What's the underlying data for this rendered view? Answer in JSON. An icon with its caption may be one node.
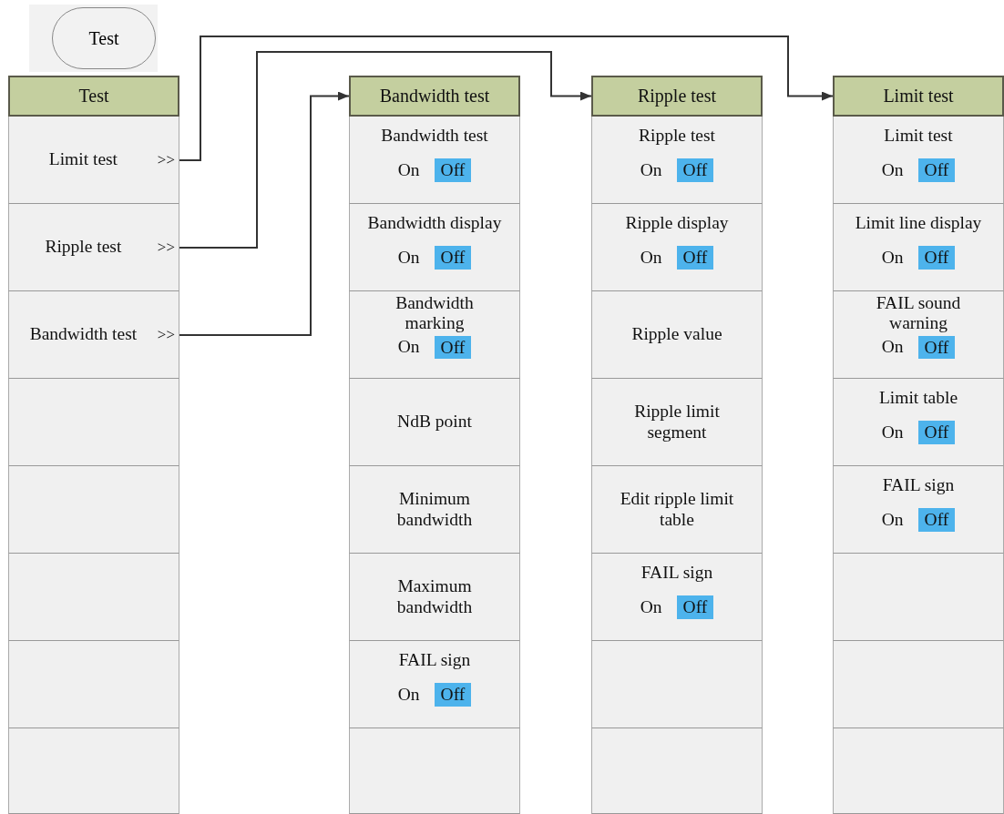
{
  "diagram": {
    "nodes": [
      {
        "text": [
          "Test"
        ]
      },
      {
        "text": [
          "Test"
        ]
      },
      {
        "text": [
          "Limit test",
          ">>"
        ]
      },
      {
        "text": [
          "Ripple test",
          ">>"
        ]
      },
      {
        "text": [
          "Bandwidth test",
          ">>"
        ]
      },
      {
        "text": [],
        "shape": "box"
      },
      {
        "text": [],
        "shape": "box"
      },
      {
        "text": [],
        "shape": "box"
      },
      {
        "text": [],
        "shape": "box"
      },
      {
        "text": [],
        "shape": "box"
      },
      {
        "text": [
          "Bandwidth test"
        ]
      },
      {
        "text": [
          "Bandwidth test",
          "On",
          "Off"
        ]
      },
      {
        "text": [
          "Bandwidth display",
          "On",
          "Off"
        ]
      },
      {
        "text": [
          "Bandwidth marking",
          "On",
          "Off"
        ]
      },
      {
        "text": [
          "NdB point"
        ]
      },
      {
        "text": [
          "Minimum bandwidth"
        ]
      },
      {
        "text": [
          "Maximum bandwidth"
        ]
      },
      {
        "text": [
          "FAIL sign",
          "On",
          "Off"
        ]
      },
      {
        "text": [],
        "shape": "box"
      },
      {
        "text": [
          "Ripple test"
        ]
      },
      {
        "text": [
          "Ripple test",
          "On",
          "Off"
        ]
      },
      {
        "text": [
          "Ripple display",
          "On",
          "Off"
        ]
      },
      {
        "text": [
          "Ripple value"
        ]
      },
      {
        "text": [
          "Ripple limit segment"
        ]
      },
      {
        "text": [
          "Edit ripple limit table"
        ]
      },
      {
        "text": [
          "FAIL sign",
          "On",
          "Off"
        ]
      },
      {
        "text": [],
        "shape": "box"
      },
      {
        "text": [],
        "shape": "box"
      },
      {
        "text": [
          "Limit test"
        ]
      },
      {
        "text": [
          "Limit test",
          "On",
          "Off"
        ]
      },
      {
        "text": [
          "Limit line display",
          "On",
          "Off"
        ]
      },
      {
        "text": [
          "FAIL sound warning",
          "On",
          "Off"
        ]
      },
      {
        "text": [
          "Limit table",
          "On",
          "Off"
        ]
      },
      {
        "text": [
          "FAIL sign",
          "On",
          "Off"
        ]
      },
      {
        "text": [],
        "shape": "box"
      },
      {
        "text": [],
        "shape": "box"
      },
      {
        "text": [],
        "shape": "box"
      }
    ],
    "edges": [
      {
        "from": 2,
        "to": 28,
        "arrow": "to"
      },
      {
        "from": 3,
        "to": 19,
        "arrow": "to"
      },
      {
        "from": 4,
        "to": 10,
        "arrow": "to"
      }
    ]
  }
}
